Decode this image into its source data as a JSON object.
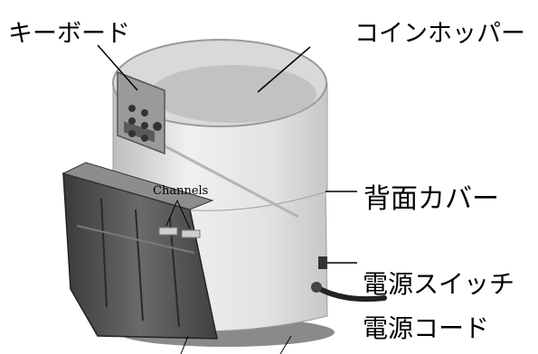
{
  "labels": {
    "keyboard": "キーボード",
    "coin_hopper": "コインホッパー",
    "back_cover": "背面カバー",
    "power_switch": "電源スイッチ",
    "power_cord": "電源コード",
    "channels": "Channels"
  },
  "colors": {
    "machine_body": "#e6e6e6",
    "tray": "#4a4a4a",
    "keypad": "#9a9a9a",
    "leader_line": "#000000"
  }
}
